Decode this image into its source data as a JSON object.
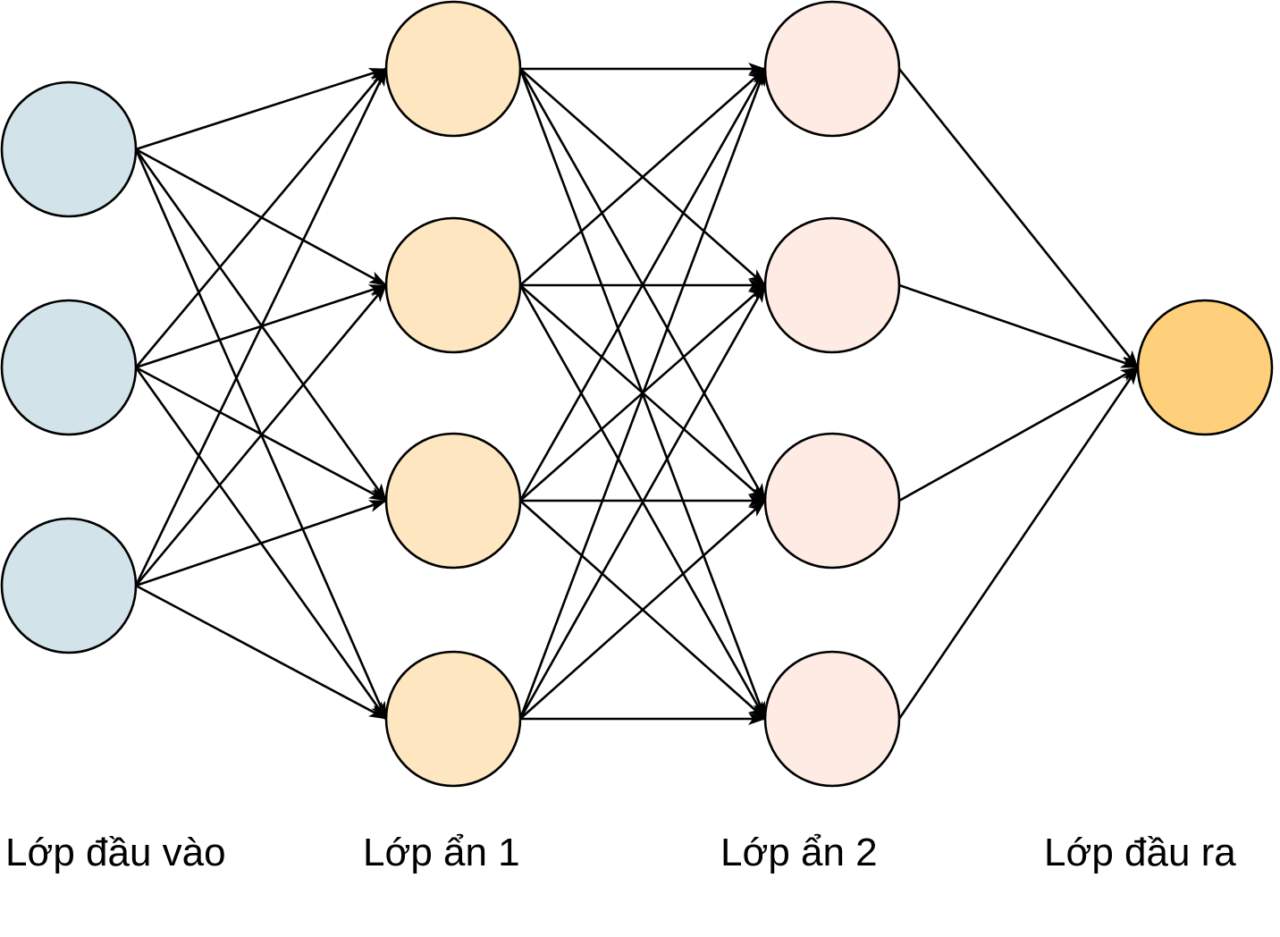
{
  "diagram": {
    "type": "neural-network",
    "layers": [
      {
        "label": "Lớp đầu vào",
        "nodes": 3,
        "fill": "#d2e4ea"
      },
      {
        "label": "Lớp ẩn 1",
        "nodes": 4,
        "fill": "#fde6c0"
      },
      {
        "label": "Lớp ẩn 2",
        "nodes": 4,
        "fill": "#fdebe4"
      },
      {
        "label": "Lớp đầu ra",
        "nodes": 1,
        "fill": "#fed07b"
      }
    ],
    "connectivity": "fully-connected",
    "arrow_color": "#000000",
    "node_stroke": "#000000"
  }
}
